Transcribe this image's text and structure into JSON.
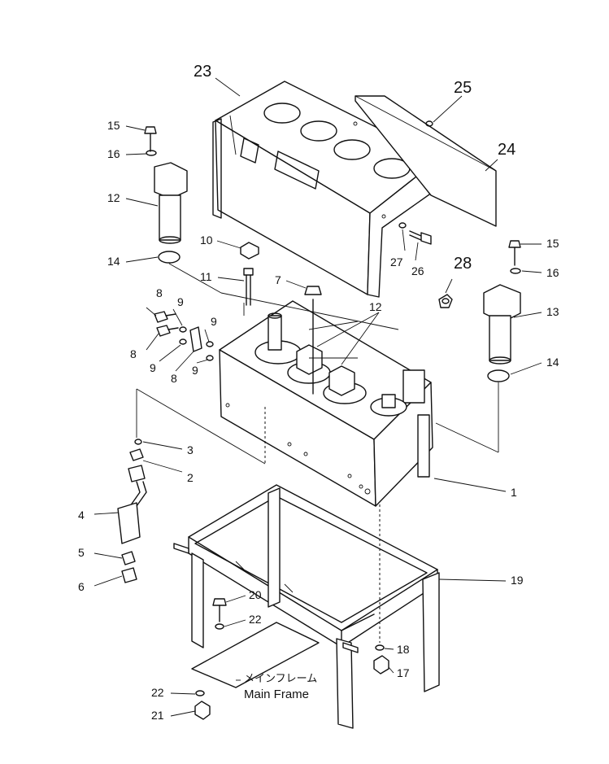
{
  "callouts": {
    "c1": "1",
    "c2": "2",
    "c3": "3",
    "c4": "4",
    "c5": "5",
    "c6": "6",
    "c7": "7",
    "c8a": "8",
    "c8b": "8",
    "c8c": "8",
    "c9a": "9",
    "c9b": "9",
    "c9c": "9",
    "c9d": "9",
    "c10": "10",
    "c11": "11",
    "c12a": "12",
    "c12b": "12",
    "c13": "13",
    "c14a": "14",
    "c14b": "14",
    "c15a": "15",
    "c15b": "15",
    "c16a": "16",
    "c16b": "16",
    "c17": "17",
    "c18": "18",
    "c19": "19",
    "c20": "20",
    "c21": "21",
    "c22a": "22",
    "c22b": "22",
    "c23": "23",
    "c24": "24",
    "c25": "25",
    "c26": "26",
    "c27": "27",
    "c28": "28"
  },
  "notes": {
    "main_frame_jp": "メインフレーム",
    "main_frame_en": "Main Frame"
  }
}
